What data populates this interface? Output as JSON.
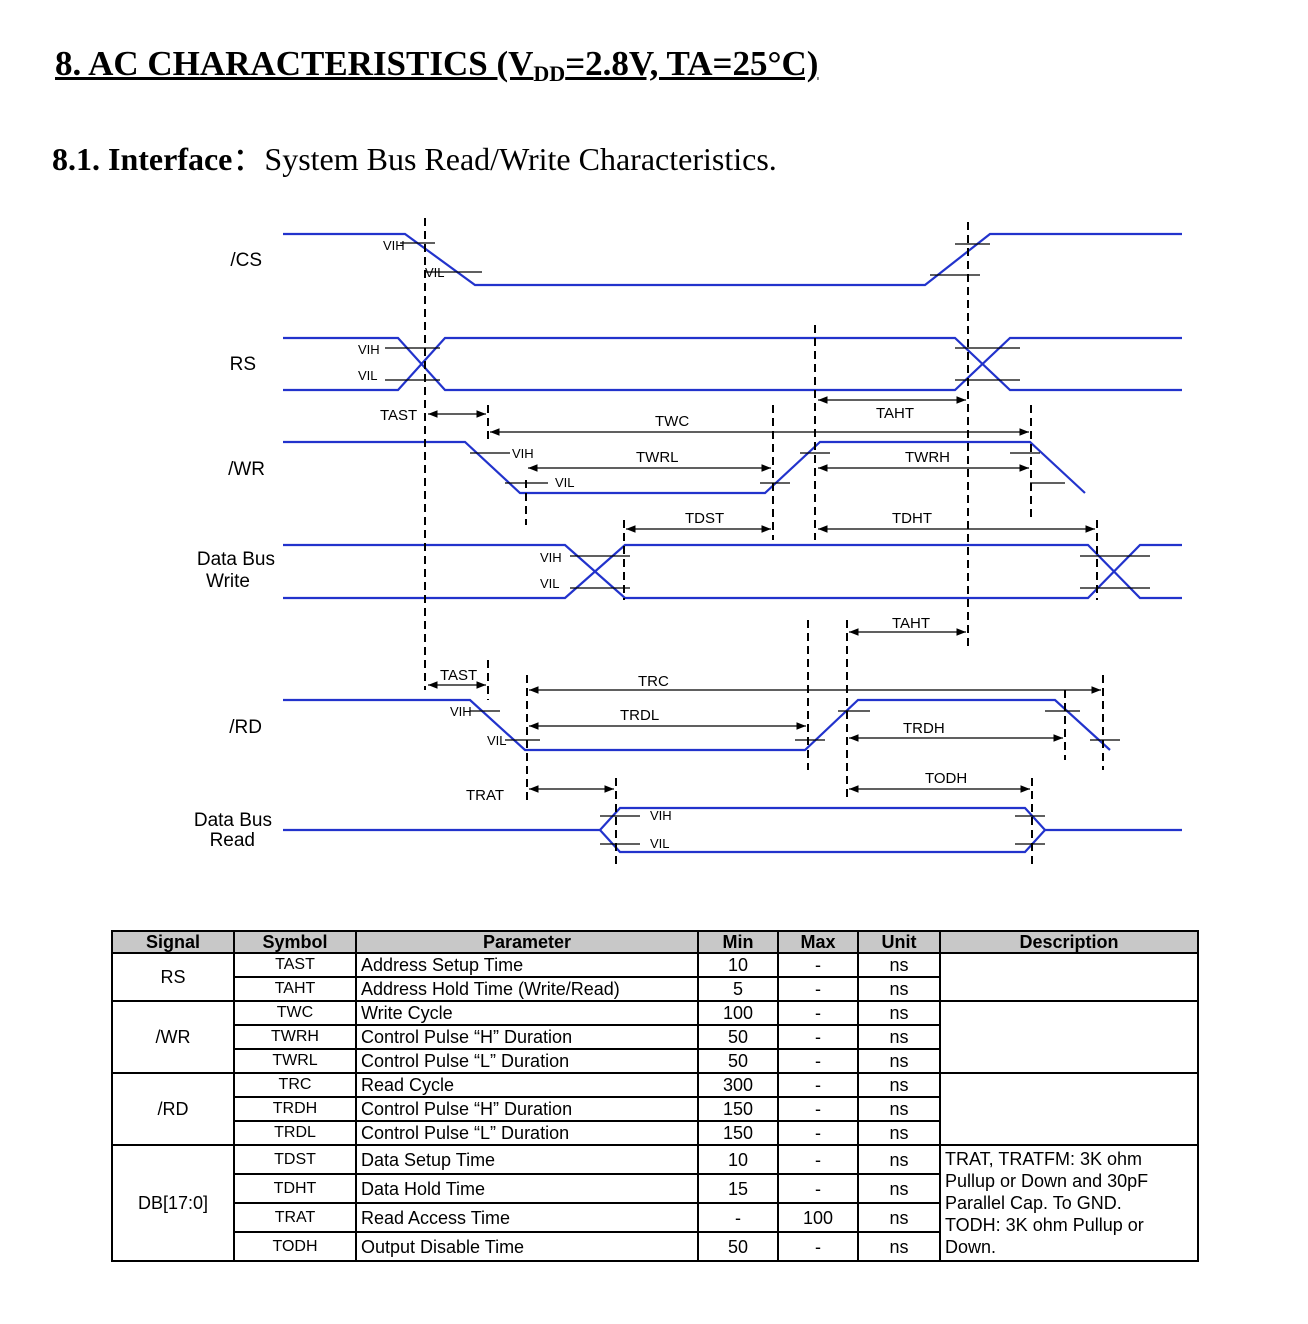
{
  "title": {
    "prefix": "8. AC CHARACTERISTICS (V",
    "sub": "DD",
    "suffix": "=2.8V, TA=25°C)"
  },
  "subtitle": {
    "bold": "8.1. Interface",
    "sep": "：",
    "rest": "System Bus Read/Write Characteristics."
  },
  "diagram": {
    "signals": {
      "cs": "/CS",
      "rs": "RS",
      "wr": "/WR",
      "dbw1": "Data Bus",
      "dbw2": "Write",
      "rd": "/RD",
      "dbr1": "Data Bus",
      "dbr2": "Read"
    },
    "levels": {
      "vih": "VIH",
      "vil": "VIL"
    },
    "timings": {
      "tast": "TAST",
      "twc": "TWC",
      "taht": "TAHT",
      "twrl": "TWRL",
      "twrh": "TWRH",
      "tdst": "TDST",
      "tdht": "TDHT",
      "trc": "TRC",
      "trdl": "TRDL",
      "trdh": "TRDH",
      "trat": "TRAT",
      "todh": "TODH"
    }
  },
  "table": {
    "headers": [
      "Signal",
      "Symbol",
      "Parameter",
      "Min",
      "Max",
      "Unit",
      "Description"
    ],
    "groups": [
      {
        "signal": "RS",
        "rows": [
          {
            "symbol": "TAST",
            "parameter": "Address Setup Time",
            "min": "10",
            "max": "-",
            "unit": "ns"
          },
          {
            "symbol": "TAHT",
            "parameter": "Address Hold Time (Write/Read)",
            "min": "5",
            "max": "-",
            "unit": "ns"
          }
        ]
      },
      {
        "signal": "/WR",
        "rows": [
          {
            "symbol": "TWC",
            "parameter": "Write Cycle",
            "min": "100",
            "max": "-",
            "unit": "ns"
          },
          {
            "symbol": "TWRH",
            "parameter": "Control Pulse “H” Duration",
            "min": "50",
            "max": "-",
            "unit": "ns"
          },
          {
            "symbol": "TWRL",
            "parameter": "Control Pulse “L” Duration",
            "min": "50",
            "max": "-",
            "unit": "ns"
          }
        ]
      },
      {
        "signal": "/RD",
        "rows": [
          {
            "symbol": "TRC",
            "parameter": "Read Cycle",
            "min": "300",
            "max": "-",
            "unit": "ns"
          },
          {
            "symbol": "TRDH",
            "parameter": "Control Pulse “H” Duration",
            "min": "150",
            "max": "-",
            "unit": "ns"
          },
          {
            "symbol": "TRDL",
            "parameter": "Control Pulse “L” Duration",
            "min": "150",
            "max": "-",
            "unit": "ns"
          }
        ]
      },
      {
        "signal": "DB[17:0]",
        "rows": [
          {
            "symbol": "TDST",
            "parameter": "Data Setup Time",
            "min": "10",
            "max": "-",
            "unit": "ns"
          },
          {
            "symbol": "TDHT",
            "parameter": "Data Hold Time",
            "min": "15",
            "max": "-",
            "unit": "ns"
          },
          {
            "symbol": "TRAT",
            "parameter": "Read Access Time",
            "min": "-",
            "max": "100",
            "unit": "ns"
          },
          {
            "symbol": "TODH",
            "parameter": "Output Disable Time",
            "min": "50",
            "max": "-",
            "unit": "ns"
          }
        ]
      }
    ],
    "db_description": [
      "TRAT, TRATFM: 3K ohm",
      "Pullup or Down and 30pF",
      "Parallel Cap. To GND.",
      "TODH: 3K ohm Pullup or",
      "Down."
    ]
  },
  "colors": {
    "waveform": "#2233cc",
    "header_bg": "#c8c8c8"
  }
}
